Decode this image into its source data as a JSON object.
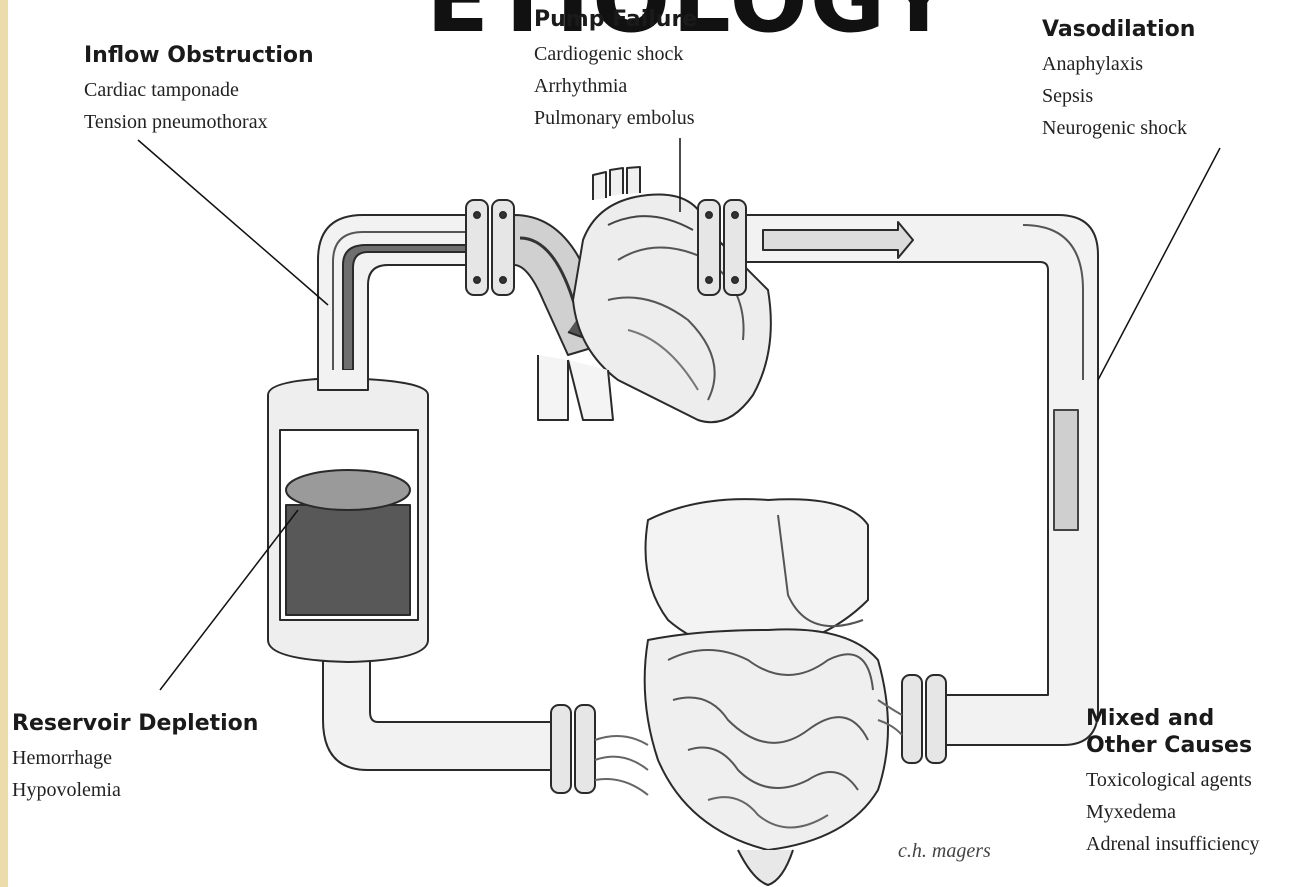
{
  "title_fragment": "ETIOLOGY",
  "categories": {
    "inflow": {
      "heading": "Inflow Obstruction",
      "items": [
        "Cardiac tamponade",
        "Tension pneumothorax"
      ]
    },
    "pump": {
      "heading": "Pump Failure",
      "items": [
        "Cardiogenic shock",
        "Arrhythmia",
        "Pulmonary embolus"
      ]
    },
    "vasodilation": {
      "heading": "Vasodilation",
      "items": [
        "Anaphylaxis",
        "Sepsis",
        "Neurogenic shock"
      ]
    },
    "reservoir": {
      "heading": "Reservoir Depletion",
      "items": [
        "Hemorrhage",
        "Hypovolemia"
      ]
    },
    "mixed": {
      "heading_lines": [
        "Mixed and",
        "Other Causes"
      ],
      "items": [
        "Toxicological agents",
        "Myxedema",
        "Adrenal insufficiency"
      ]
    }
  },
  "signature": "c.h. magers",
  "colors": {
    "background": "#ecdcab",
    "ink": "#222222",
    "panel": "#ffffff"
  }
}
